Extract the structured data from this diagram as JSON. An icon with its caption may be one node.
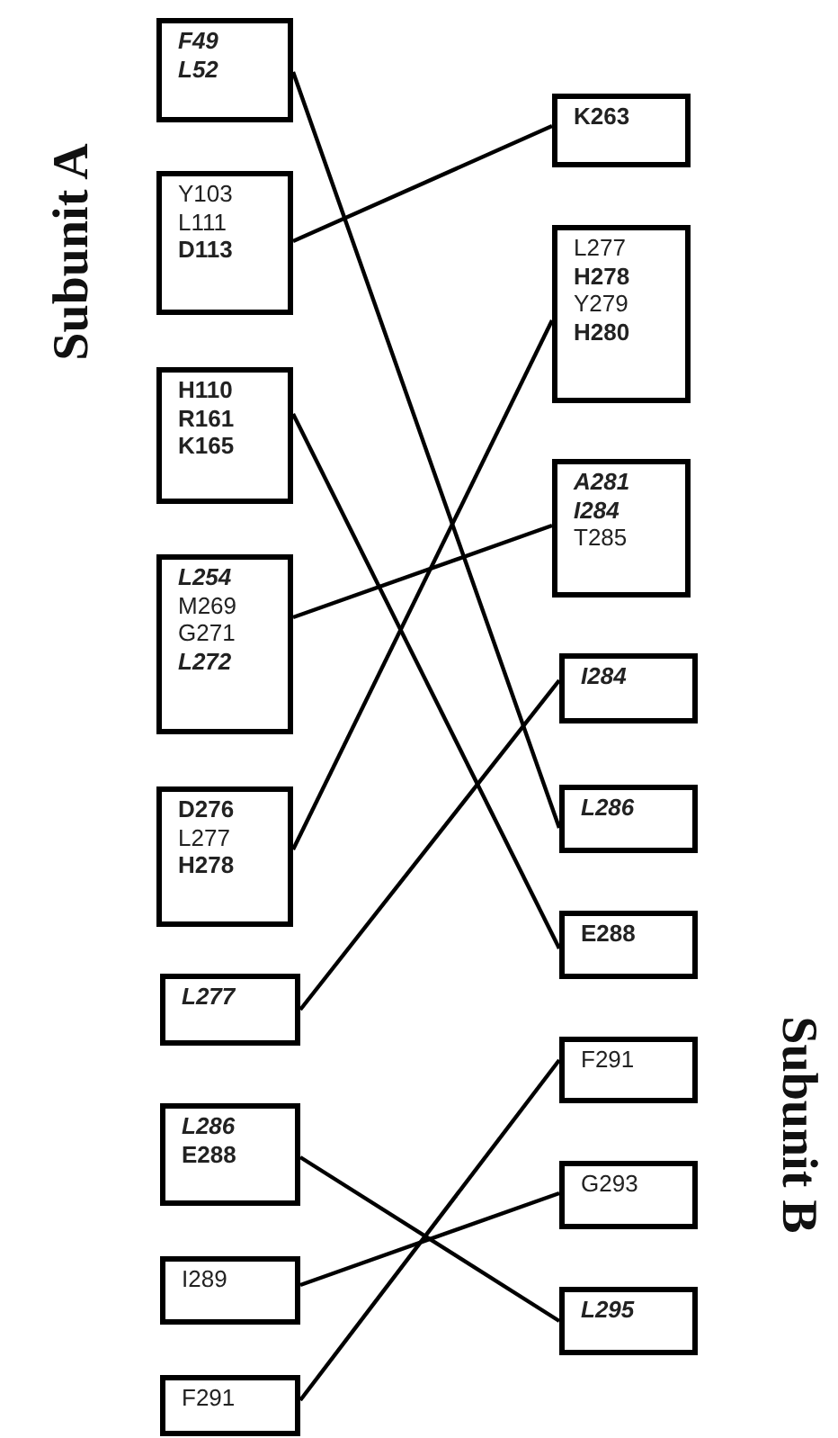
{
  "diagram": {
    "nodes": [
      {
        "text": [
          "F49 L52"
        ]
      },
      {
        "text": [
          "Y103 L111 **D113**"
        ]
      },
      {
        "text": [
          "H110 R161 K165"
        ]
      },
      {
        "text": [
          "**L254** M269 G271 **L272**"
        ]
      },
      {
        "text": [
          "**D276** L277 **H278**"
        ]
      },
      {
        "text": [
          "L277"
        ]
      },
      {
        "text": [
          "*L286* E288"
        ]
      },
      {
        "text": [
          "I289"
        ]
      },
      {
        "text": [
          "F291"
        ]
      },
      {
        "text": [
          "K263"
        ]
      },
      {
        "text": [
          "L277 **H278** Y279 **H280**"
        ]
      },
      {
        "text": [
          "**A281 I284** T285"
        ]
      },
      {
        "text": [
          "I284"
        ]
      },
      {
        "text": [
          "L286"
        ]
      },
      {
        "text": [
          "E288"
        ]
      },
      {
        "text": [
          "F291"
        ]
      },
      {
        "text": [
          "G293"
        ]
      },
      {
        "text": [
          "L295"
        ]
      }
    ],
    "edges": [
      {
        "from": 0,
        "to": 13,
        "arrow": "none"
      },
      {
        "from": 1,
        "to": 9,
        "arrow": "none"
      },
      {
        "from": 2,
        "to": 14,
        "arrow": "none"
      },
      {
        "from": 3,
        "to": 11,
        "arrow": "none"
      },
      {
        "from": 4,
        "to": 10,
        "arrow": "none"
      },
      {
        "from": 5,
        "to": 12,
        "arrow": "none"
      },
      {
        "from": 6,
        "to": 17,
        "arrow": "none"
      },
      {
        "from": 7,
        "to": 16,
        "arrow": "none"
      },
      {
        "from": 8,
        "to": 15,
        "arrow": "none"
      }
    ],
    "labels": [
      "Subunit A",
      "Subunit B"
    ]
  }
}
